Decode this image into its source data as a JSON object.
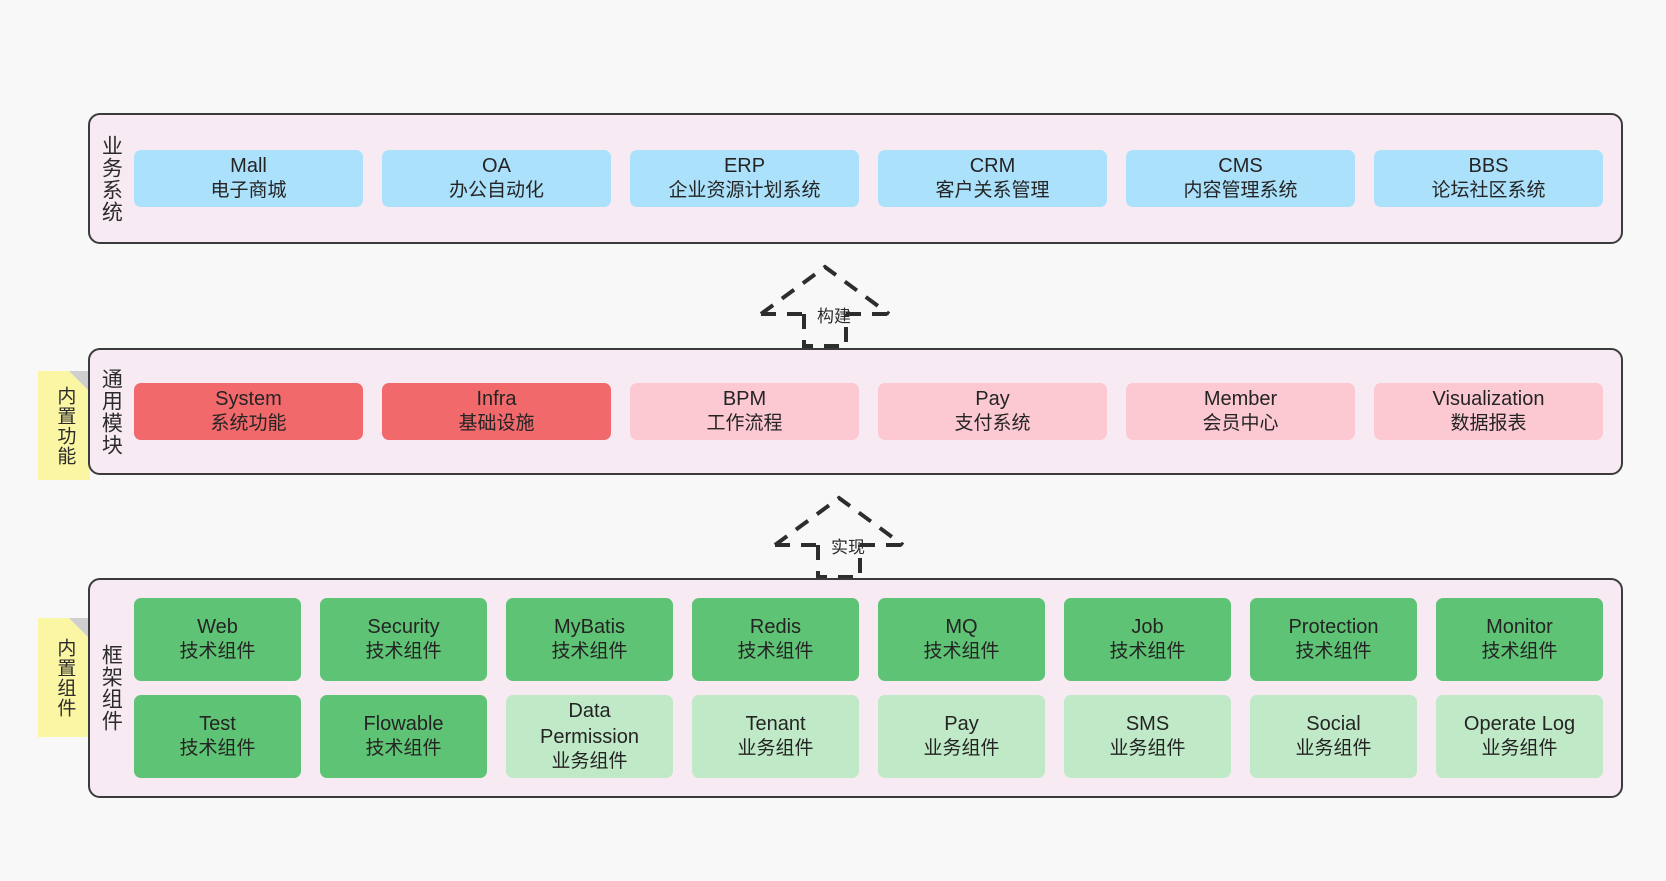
{
  "canvas": {
    "background": "#f8f8f8",
    "border_color": "#3b3b3b",
    "container_background": "#f8eaf3"
  },
  "layers": [
    {
      "id": "business-system",
      "title": "业务系统",
      "note": null,
      "rows": [
        {
          "cards": [
            {
              "name": "Mall",
              "sub": "电子商城",
              "color": "#ace1fb",
              "style": "c-blue"
            },
            {
              "name": "OA",
              "sub": "办公自动化",
              "color": "#ace1fb",
              "style": "c-blue"
            },
            {
              "name": "ERP",
              "sub": "企业资源计划系统",
              "color": "#ace1fb",
              "style": "c-blue"
            },
            {
              "name": "CRM",
              "sub": "客户关系管理",
              "color": "#ace1fb",
              "style": "c-blue"
            },
            {
              "name": "CMS",
              "sub": "内容管理系统",
              "color": "#ace1fb",
              "style": "c-blue"
            },
            {
              "name": "BBS",
              "sub": "论坛社区系统",
              "color": "#ace1fb",
              "style": "c-blue"
            }
          ]
        }
      ]
    },
    {
      "id": "common-module",
      "title": "通用模块",
      "note": "内置功能",
      "rows": [
        {
          "cards": [
            {
              "name": "System",
              "sub": "系统功能",
              "color": "#f2696c",
              "style": "c-red"
            },
            {
              "name": "Infra",
              "sub": "基础设施",
              "color": "#f2696c",
              "style": "c-red"
            },
            {
              "name": "BPM",
              "sub": "工作流程",
              "color": "#fcc9d3",
              "style": "c-pink"
            },
            {
              "name": "Pay",
              "sub": "支付系统",
              "color": "#fcc9d3",
              "style": "c-pink"
            },
            {
              "name": "Member",
              "sub": "会员中心",
              "color": "#fcc9d3",
              "style": "c-pink"
            },
            {
              "name": "Visualization",
              "sub": "数据报表",
              "color": "#fcc9d3",
              "style": "c-pink"
            }
          ]
        }
      ]
    },
    {
      "id": "framework-component",
      "title": "框架组件",
      "note": "内置组件",
      "rows": [
        {
          "cards": [
            {
              "name": "Web",
              "sub": "技术组件",
              "color": "#5ec374",
              "style": "c-green"
            },
            {
              "name": "Security",
              "sub": "技术组件",
              "color": "#5ec374",
              "style": "c-green"
            },
            {
              "name": "MyBatis",
              "sub": "技术组件",
              "color": "#5ec374",
              "style": "c-green"
            },
            {
              "name": "Redis",
              "sub": "技术组件",
              "color": "#5ec374",
              "style": "c-green"
            },
            {
              "name": "MQ",
              "sub": "技术组件",
              "color": "#5ec374",
              "style": "c-green"
            },
            {
              "name": "Job",
              "sub": "技术组件",
              "color": "#5ec374",
              "style": "c-green"
            },
            {
              "name": "Protection",
              "sub": "技术组件",
              "color": "#5ec374",
              "style": "c-green"
            },
            {
              "name": "Monitor",
              "sub": "技术组件",
              "color": "#5ec374",
              "style": "c-green"
            }
          ]
        },
        {
          "cards": [
            {
              "name": "Test",
              "sub": "技术组件",
              "color": "#5ec374",
              "style": "c-green"
            },
            {
              "name": "Flowable",
              "sub": "技术组件",
              "color": "#5ec374",
              "style": "c-green"
            },
            {
              "name": "Data Permission",
              "sub": "业务组件",
              "color": "#c0e9c7",
              "style": "c-greenlight"
            },
            {
              "name": "Tenant",
              "sub": "业务组件",
              "color": "#c0e9c7",
              "style": "c-greenlight"
            },
            {
              "name": "Pay",
              "sub": "业务组件",
              "color": "#c0e9c7",
              "style": "c-greenlight"
            },
            {
              "name": "SMS",
              "sub": "业务组件",
              "color": "#c0e9c7",
              "style": "c-greenlight"
            },
            {
              "name": "Social",
              "sub": "业务组件",
              "color": "#c0e9c7",
              "style": "c-greenlight"
            },
            {
              "name": "Operate Log",
              "sub": "业务组件",
              "color": "#c0e9c7",
              "style": "c-greenlight"
            }
          ]
        }
      ]
    }
  ],
  "connectors": [
    {
      "id": "build",
      "label": "构建",
      "style": "dashed-hollow-arrow",
      "from": "common-module",
      "to": "business-system"
    },
    {
      "id": "implement",
      "label": "实现",
      "style": "dashed-hollow-arrow",
      "from": "framework-component",
      "to": "common-module"
    }
  ]
}
